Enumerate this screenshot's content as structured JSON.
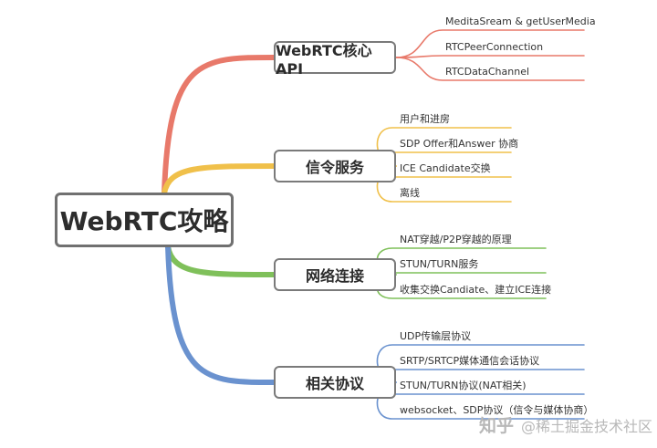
{
  "root": {
    "label": "WebRTC攻略"
  },
  "topics": [
    {
      "label": "WebRTC核心API",
      "color": "#e8796a",
      "items": [
        "MeditaSream & getUserMedia",
        "RTCPeerConnection",
        "RTCDataChannel"
      ]
    },
    {
      "label": "信令服务",
      "color": "#f0c04a",
      "items": [
        "用户和进房",
        "SDP Offer和Answer 协商",
        "ICE Candidate交换",
        "离线"
      ]
    },
    {
      "label": "网络连接",
      "color": "#7fc05a",
      "items": [
        "NAT穿越/P2P穿越的原理",
        "STUN/TURN服务",
        "收集交换Candiate、建立ICE连接"
      ]
    },
    {
      "label": "相关协议",
      "color": "#6a92cf",
      "items": [
        "UDP传输层协议",
        "SRTP/SRTCP媒体通信会话协议",
        "STUN/TURN协议(NAT相关)",
        "websocket、SDP协议（信令与媒体协商）"
      ]
    }
  ],
  "watermark": {
    "brand": "知乎",
    "text": "@稀土掘金技术社区"
  }
}
